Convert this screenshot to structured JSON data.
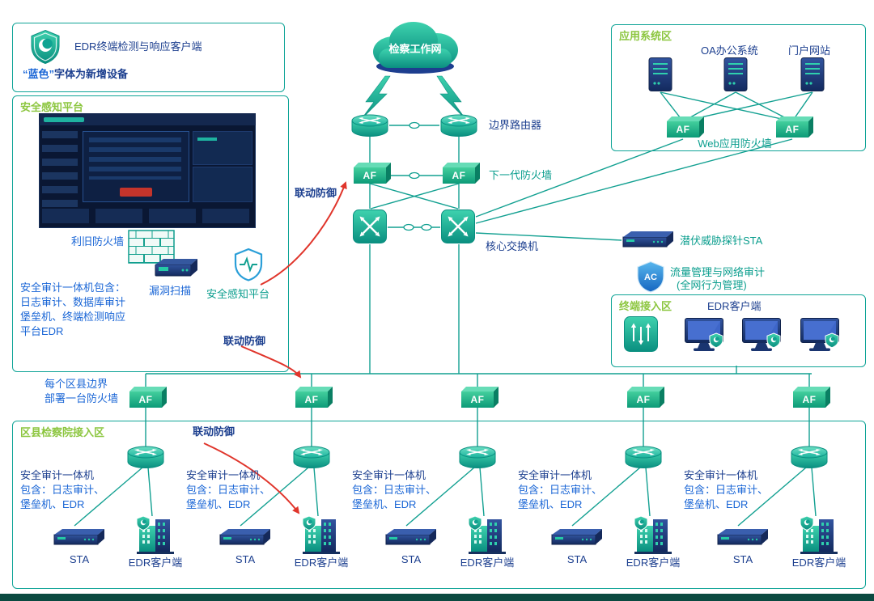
{
  "legend": {
    "title": "EDR终端检测与响应客户端",
    "note_blue": "“蓝色”",
    "note_rest": "字体为新增设备"
  },
  "platform_box": {
    "title": "安全感知平台",
    "old_firewall_label": "利旧防火墙",
    "audit_lines": [
      "安全审计一体机包含：",
      "日志审计、数据库审计",
      "堡垒机、终端检测响应",
      "平台EDR"
    ],
    "vuln_scan_label": "漏洞扫描",
    "platform_icon_label": "安全感知平台",
    "linkage_label": "联动防御"
  },
  "core": {
    "cloud_label": "检察工作网",
    "router_label": "边界路由器",
    "firewall_label": "下一代防火墙",
    "switch_label": "核心交换机",
    "af_text": "AF",
    "linkage_label": "联动防御"
  },
  "app_zone": {
    "title": "应用系统区",
    "oa_label": "OA办公系统",
    "portal_label": "门户网站",
    "waf_label": "Web应用防火墙",
    "af_text": "AF"
  },
  "right_side": {
    "sta_label": "潜伏威胁探针STA",
    "ac_text": "AC",
    "traffic_line1": "流量管理与网络审计",
    "traffic_line2": "(全网行为管理)"
  },
  "terminal_zone": {
    "title": "终端接入区",
    "edr_label": "EDR客户端"
  },
  "branch_note": {
    "line1": "每个区县边界",
    "line2": "部署一台防火墙"
  },
  "branch_zone": {
    "title": "区县检察院接入区",
    "linkage_label": "联动防御",
    "af_text": "AF",
    "audit_line1": "安全审计一体机",
    "audit_line2": "包含：日志审计、",
    "audit_line3": "堡垒机、EDR",
    "sta_label": "STA",
    "edr_label": "EDR客户端"
  },
  "colors": {
    "teal": "#0fa497",
    "navy": "#1c3f8f",
    "blue": "#1a66d6",
    "green": "#8cc63f",
    "red": "#e0352b"
  }
}
